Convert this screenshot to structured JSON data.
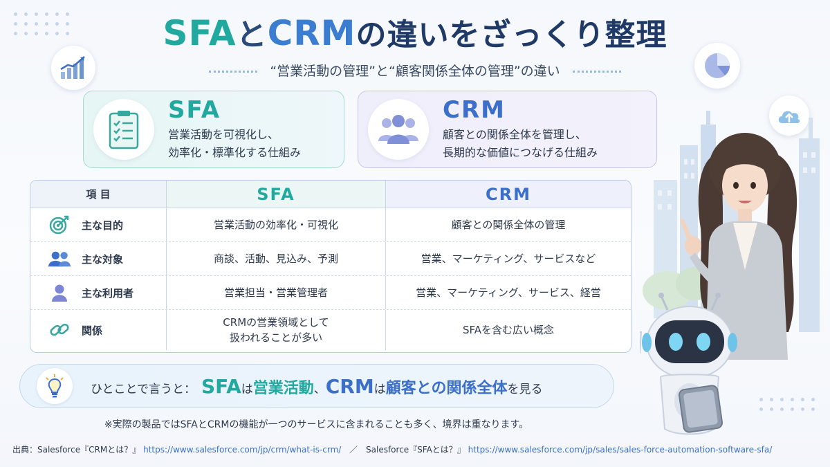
{
  "title": {
    "sfa": "SFA",
    "to": "と",
    "crm": "CRM",
    "rest": "の違いをざっくり整理"
  },
  "subtitle": "“営業活動の管理”と“顧客関係全体の管理”の違い",
  "cards": {
    "sfa": {
      "name": "SFA",
      "line1": "営業活動を可視化し、",
      "line2": "効率化・標準化する仕組み",
      "icon": "clipboard-checklist-icon"
    },
    "crm": {
      "name": "CRM",
      "line1": "顧客との関係全体を管理し、",
      "line2": "長期的な価値につなげる仕組み",
      "icon": "user-group-icon"
    }
  },
  "table": {
    "headers": [
      "項 目",
      "SFA",
      "CRM"
    ],
    "rows": [
      {
        "label": "主な目的",
        "icon": "target-icon",
        "sfa": "営業活動の効率化・可視化",
        "crm": "顧客との関係全体の管理"
      },
      {
        "label": "主な対象",
        "icon": "users-icon",
        "sfa": "商談、活動、見込み、予測",
        "crm": "営業、マーケティング、サービスなど"
      },
      {
        "label": "主な利用者",
        "icon": "person-icon",
        "sfa": "営業担当・営業管理者",
        "crm": "営業、マーケティング、サービス、経営"
      },
      {
        "label": "関係",
        "icon": "link-icon",
        "sfa_line1": "CRMの営業領域として",
        "sfa_line2": "扱われることが多い",
        "crm": "SFAを含む広い概念"
      }
    ]
  },
  "summary": {
    "lead": "ひとことで言うと：",
    "sfa": "SFA",
    "ha1": "は",
    "sfa_obj": "営業活動",
    "comma": "、",
    "crm": "CRM",
    "ha2": "は",
    "crm_obj": "顧客との関係全体",
    "tail": "を見る"
  },
  "note": "※実際の製品ではSFAとCRMの機能が一つのサービスに含まれることも多く、境界は重なります。",
  "source": {
    "prefix": "出典：Salesforce『CRMとは？』",
    "url1": "https://www.salesforce.com/jp/crm/what-is-crm/",
    "sep": "／",
    "label2": "Salesforce『SFAとは？』",
    "url2": "https://www.salesforce.com/jp/sales/sales-force-automation-software-sfa/"
  },
  "colors": {
    "teal": "#22a99f",
    "blue": "#3b6fc9",
    "navy": "#1f3a66"
  }
}
